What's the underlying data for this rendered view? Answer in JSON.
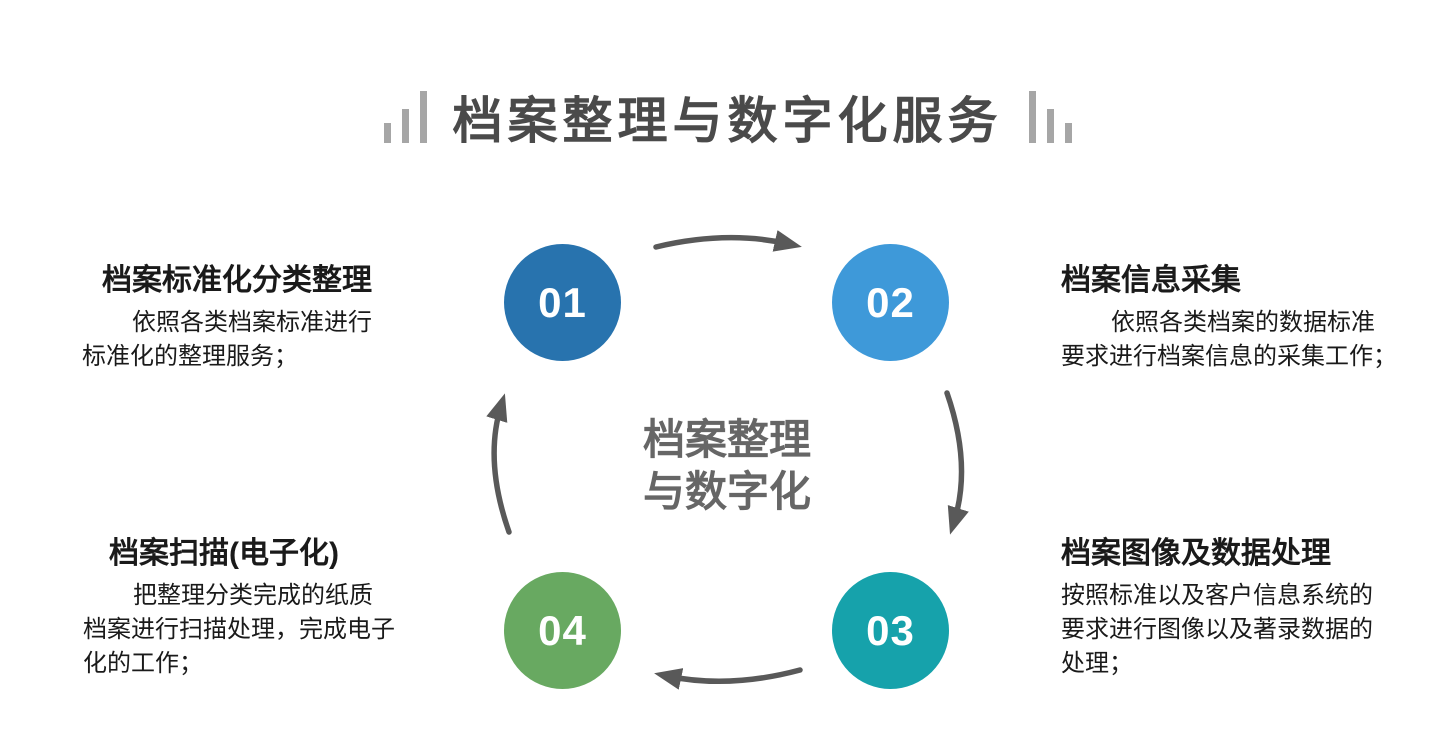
{
  "header": {
    "title": "档案整理与数字化服务",
    "title_color": "#4a4a4a",
    "left_icon": "bar-chart-ascending-icon",
    "right_icon": "bar-chart-descending-icon",
    "decor_bar_color": "#a6a6a6"
  },
  "center_label": {
    "line1": "档案整理",
    "line2": "与数字化",
    "color": "#666666"
  },
  "cycle": {
    "direction": "clockwise",
    "arrow_color": "#595959"
  },
  "steps": [
    {
      "number": "01",
      "circle_color": "#2873ae",
      "position": "top-left",
      "title": "档案标准化分类整理",
      "body_lines": [
        "依照各类档案标准进行",
        "标准化的整理服务；"
      ]
    },
    {
      "number": "02",
      "circle_color": "#3e99d9",
      "position": "top-right",
      "title": "档案信息采集",
      "body_lines": [
        "依照各类档案的数据标准",
        "要求进行档案信息的采集工作；"
      ]
    },
    {
      "number": "03",
      "circle_color": "#16a2ab",
      "position": "bottom-right",
      "title": "档案图像及数据处理",
      "body_lines": [
        "按照标准以及客户信息系统的",
        "要求进行图像以及著录数据的",
        "处理；"
      ]
    },
    {
      "number": "04",
      "circle_color": "#68a961",
      "position": "bottom-left",
      "title": "档案扫描(电子化)",
      "body_lines": [
        "把整理分类完成的纸质",
        "档案进行扫描处理，完成电子",
        "化的工作；"
      ]
    }
  ]
}
